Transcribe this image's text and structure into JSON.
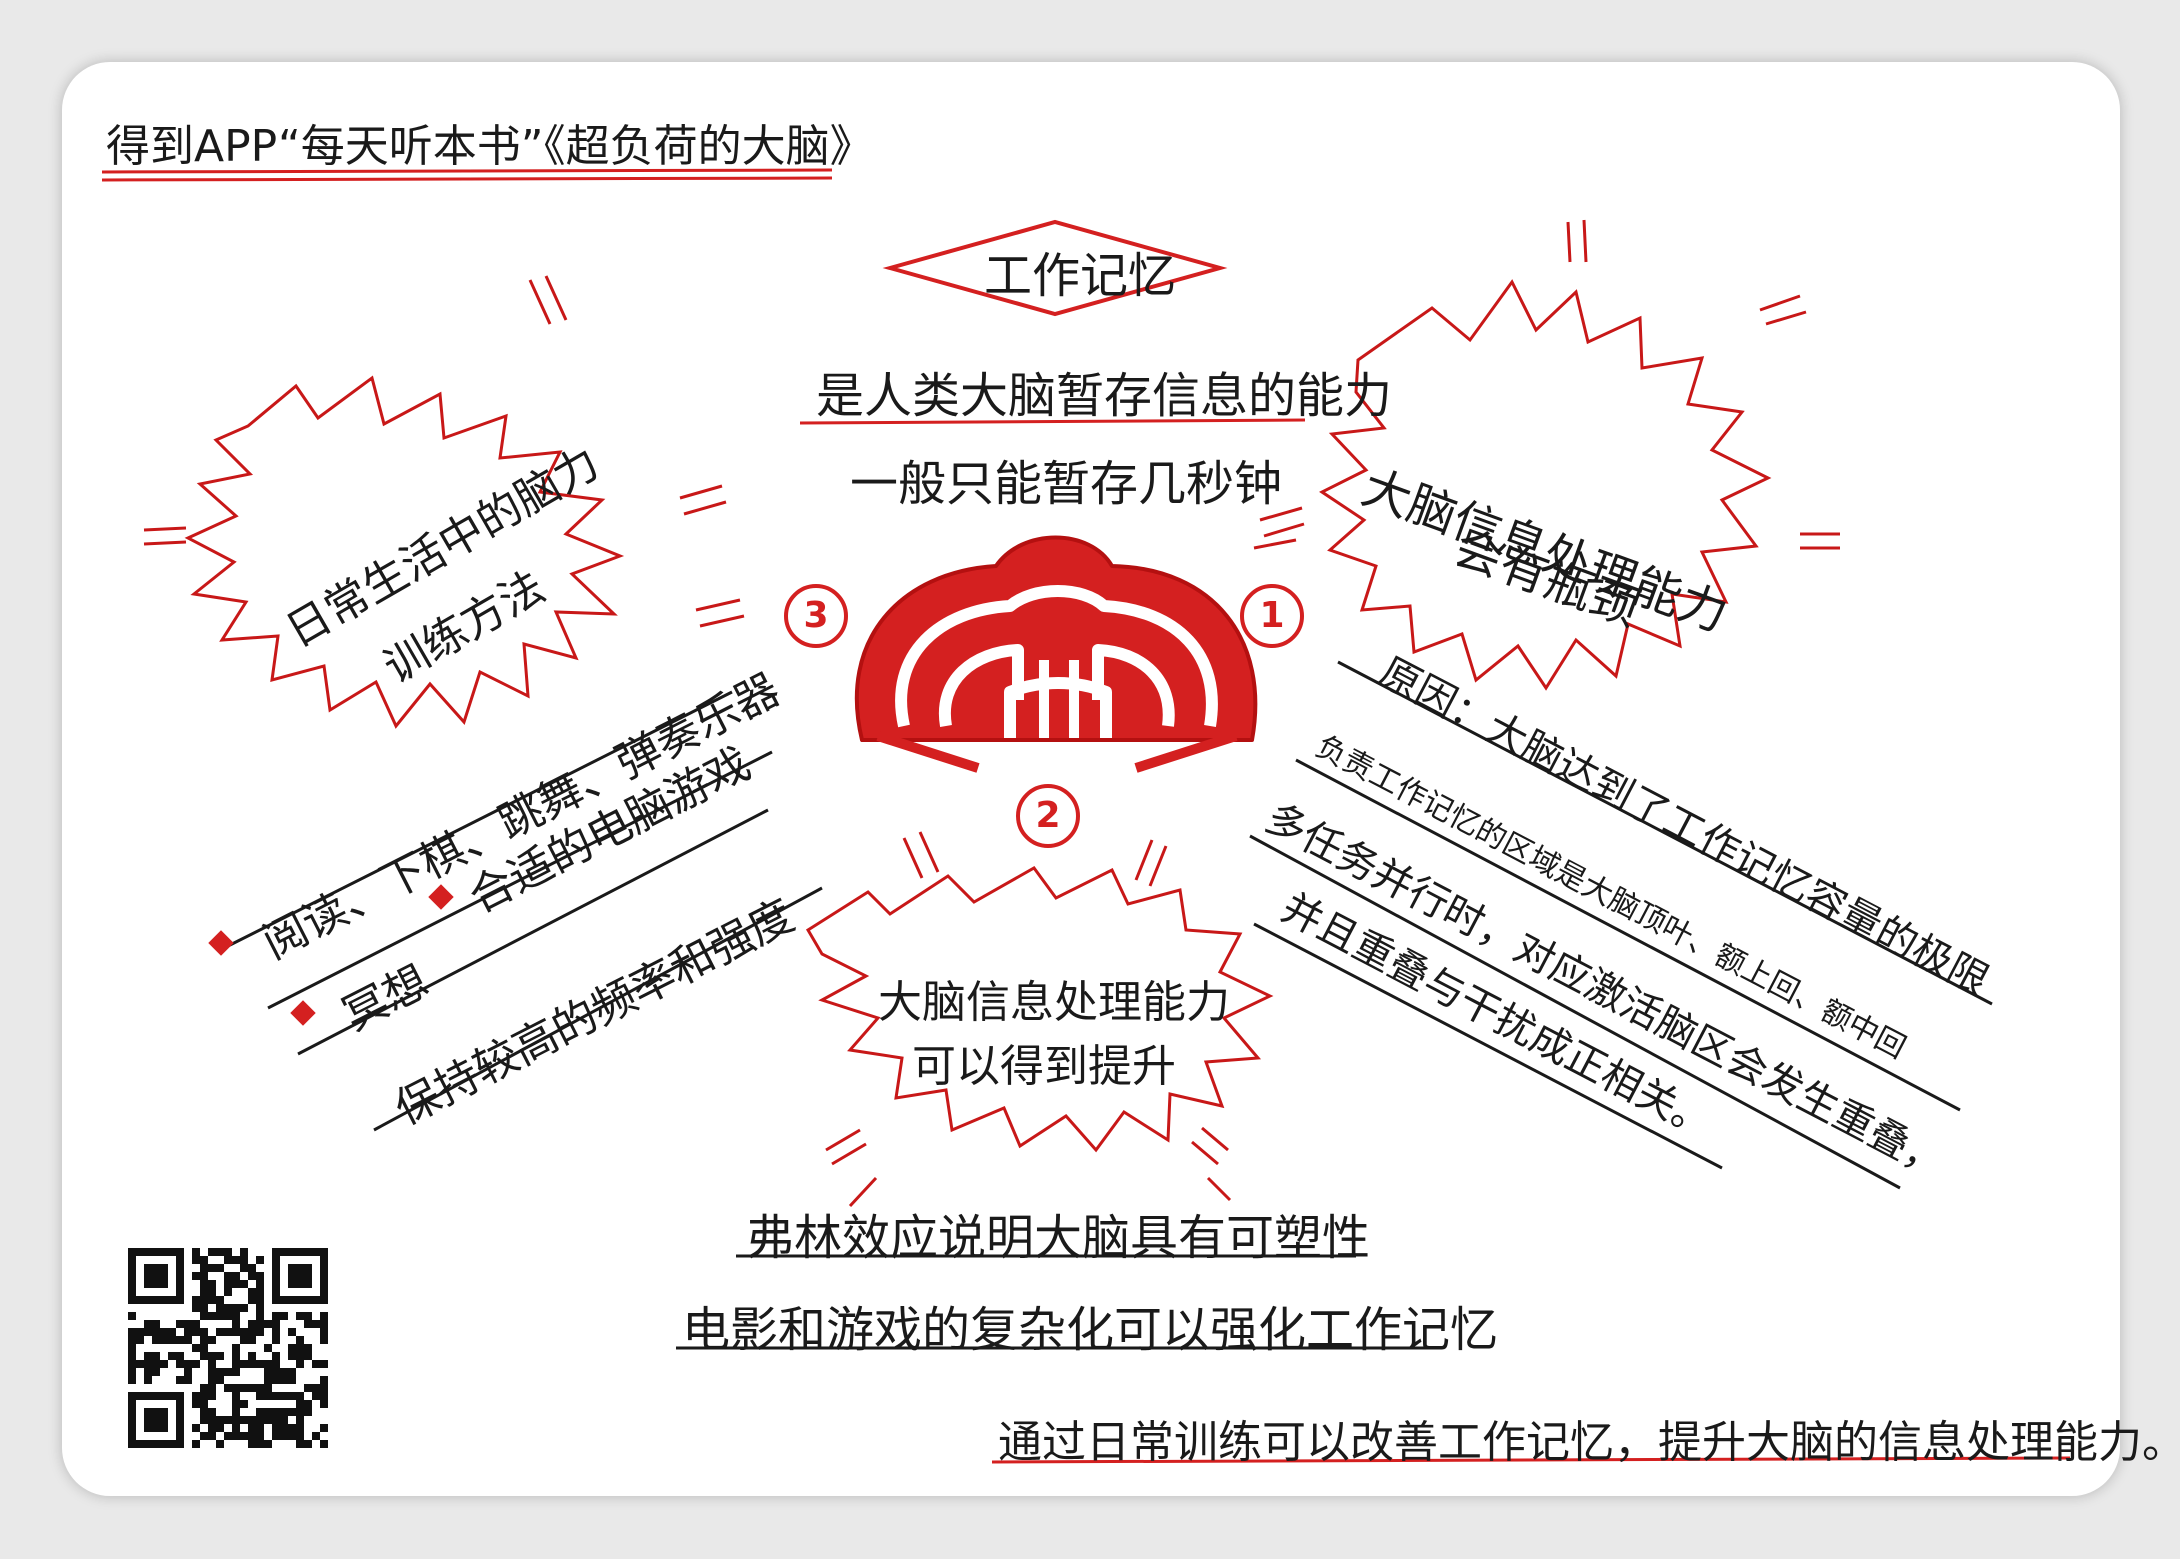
{
  "header": {
    "title": "得到APP“每天听本书”《超负荷的大脑》"
  },
  "center": {
    "keyword": "工作记忆",
    "definition": "是人类大脑暂存信息的能力",
    "duration": "一般只能暂存几秒钟"
  },
  "bursts": {
    "one": {
      "number": "1",
      "line1": "大脑信息处理能力",
      "line2": "会有瓶颈"
    },
    "two": {
      "number": "2",
      "line1": "大脑信息处理能力",
      "line2": "可以得到提升"
    },
    "three": {
      "number": "3",
      "line1": "日常生活中的脑力",
      "line2": "训练方法"
    }
  },
  "reasons": {
    "r1": "原因：大脑达到了工作记忆容量的极限",
    "r2": "负责工作记忆的区域是大脑顶叶、额上回、额中回",
    "r3": "多任务并行时，对应激活脑区会发生重叠，",
    "r4": "并且重叠与干扰成正相关。"
  },
  "methods": {
    "m1": "阅读、下棋、跳舞、弹奏乐器",
    "m2": "合适的电脑游戏",
    "m3": "冥想",
    "m4": "保持较高的频率和强度"
  },
  "improve": {
    "i1": "弗林效应说明大脑具有可塑性",
    "i2": "电影和游戏的复杂化可以强化工作记忆"
  },
  "footer": {
    "summary": "通过日常训练可以改善工作记忆，提升大脑的信息处理能力。"
  },
  "colors": {
    "accent": "#d42020",
    "ink": "#1a1a1a",
    "card": "#ffffff",
    "background": "#e9e9e9"
  },
  "icons": {
    "brain": "brain-icon",
    "qr": "qr-code-icon"
  }
}
